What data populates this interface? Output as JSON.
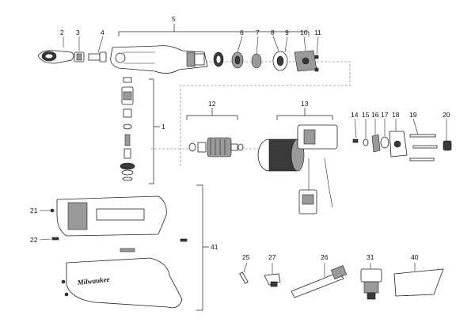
{
  "diagram": {
    "labels": [
      "1",
      "2",
      "3",
      "4",
      "5",
      "6",
      "7",
      "8",
      "9",
      "10",
      "11",
      "12",
      "13",
      "14",
      "15",
      "16",
      "17",
      "18",
      "19",
      "20",
      "21",
      "22",
      "25",
      "26",
      "27",
      "31",
      "40",
      "41"
    ],
    "brand_text": "Milwaukee"
  }
}
